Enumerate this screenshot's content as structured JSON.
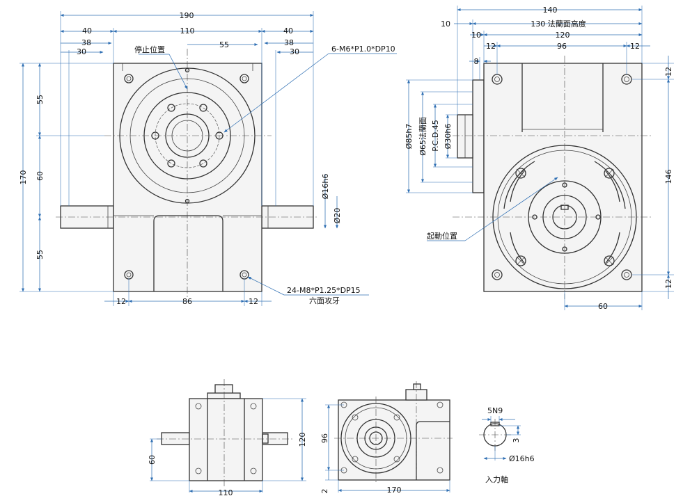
{
  "top_left_view": {
    "dims": {
      "overall_width": "190",
      "left_shaft_length": "40",
      "body_width": "110",
      "right_shaft_length": "40",
      "left_38": "38",
      "left_30": "30",
      "right_38": "38",
      "right_30": "30",
      "offset_55": "55",
      "height_170": "170",
      "upper_55": "55",
      "middle_60": "60",
      "lower_55": "55",
      "shaft_dia": "Ø16h6",
      "shaft_dia_20": "Ø20",
      "bottom_12_left": "12",
      "bottom_86": "86",
      "bottom_12_right": "12"
    },
    "labels": {
      "stop_position": "停止位置",
      "thread_note": "6-M6*P1.0*DP10",
      "tap_note": "24-M8*P1.25*DP15",
      "tap_note_sub": "六面攻牙"
    }
  },
  "top_right_view": {
    "dims": {
      "overall_140": "140",
      "flange_10": "10",
      "flange_height": "130 法蘭面高度",
      "inner_10": "10",
      "width_120": "120",
      "left_12": "12",
      "width_96": "96",
      "right_12": "12",
      "step_8": "8",
      "right_top_12": "12",
      "height_146": "146",
      "right_bottom_12": "12",
      "bottom_60": "60",
      "dia_85": "Ø85h7",
      "dia_65": "Ø65法蘭面",
      "pcd_45": "P.C.D.45",
      "dia_30": "Ø30h6"
    },
    "labels": {
      "start_position": "起動位置"
    }
  },
  "bottom_left_view": {
    "dims": {
      "height_60": "60",
      "height_120": "120",
      "width_110": "110"
    }
  },
  "bottom_middle_view": {
    "dims": {
      "height_96": "96",
      "width_170": "170",
      "edge_2": "2"
    }
  },
  "input_shaft": {
    "dims": {
      "key_width": "5N9",
      "key_depth": "3",
      "shaft_dia": "Ø16h6"
    },
    "labels": {
      "title": "入力軸"
    }
  },
  "colors": {
    "dimension": "#2f6fb3",
    "outline": "#333333"
  }
}
